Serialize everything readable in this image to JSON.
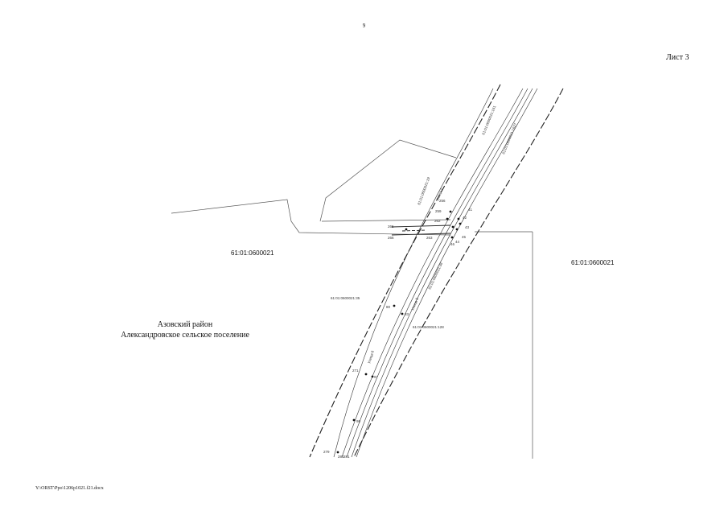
{
  "page": {
    "number": "9",
    "sheet": "Лист 3",
    "footer_path": "Y:\\ORST\\Ppo\\1206p1021.f21.docx"
  },
  "district": {
    "line1": "Азовский район",
    "line2": "Александровское сельское поселение"
  },
  "parcels": {
    "main_left": "61:01:0600021",
    "main_right": "61:01:0600021",
    "n19": "61:01:0600021:19",
    "n35": "61:01:0600021:35",
    "n128": "61:01:0600021:128",
    "n1627": "61:01:0600021:1627",
    "n161": "61:01:0600021:161",
    "n36": "61:01:0600021:36"
  },
  "roads": {
    "r7": "Улица 7",
    "r6": "Улица 6",
    "r5": "Улица 5"
  },
  "points": [
    "256",
    "259",
    "262",
    "263",
    "265",
    "266",
    "41",
    "42",
    "43",
    "44",
    "45",
    "46",
    "80",
    "83",
    "97",
    "98",
    "271",
    "279",
    "280",
    "281"
  ]
}
